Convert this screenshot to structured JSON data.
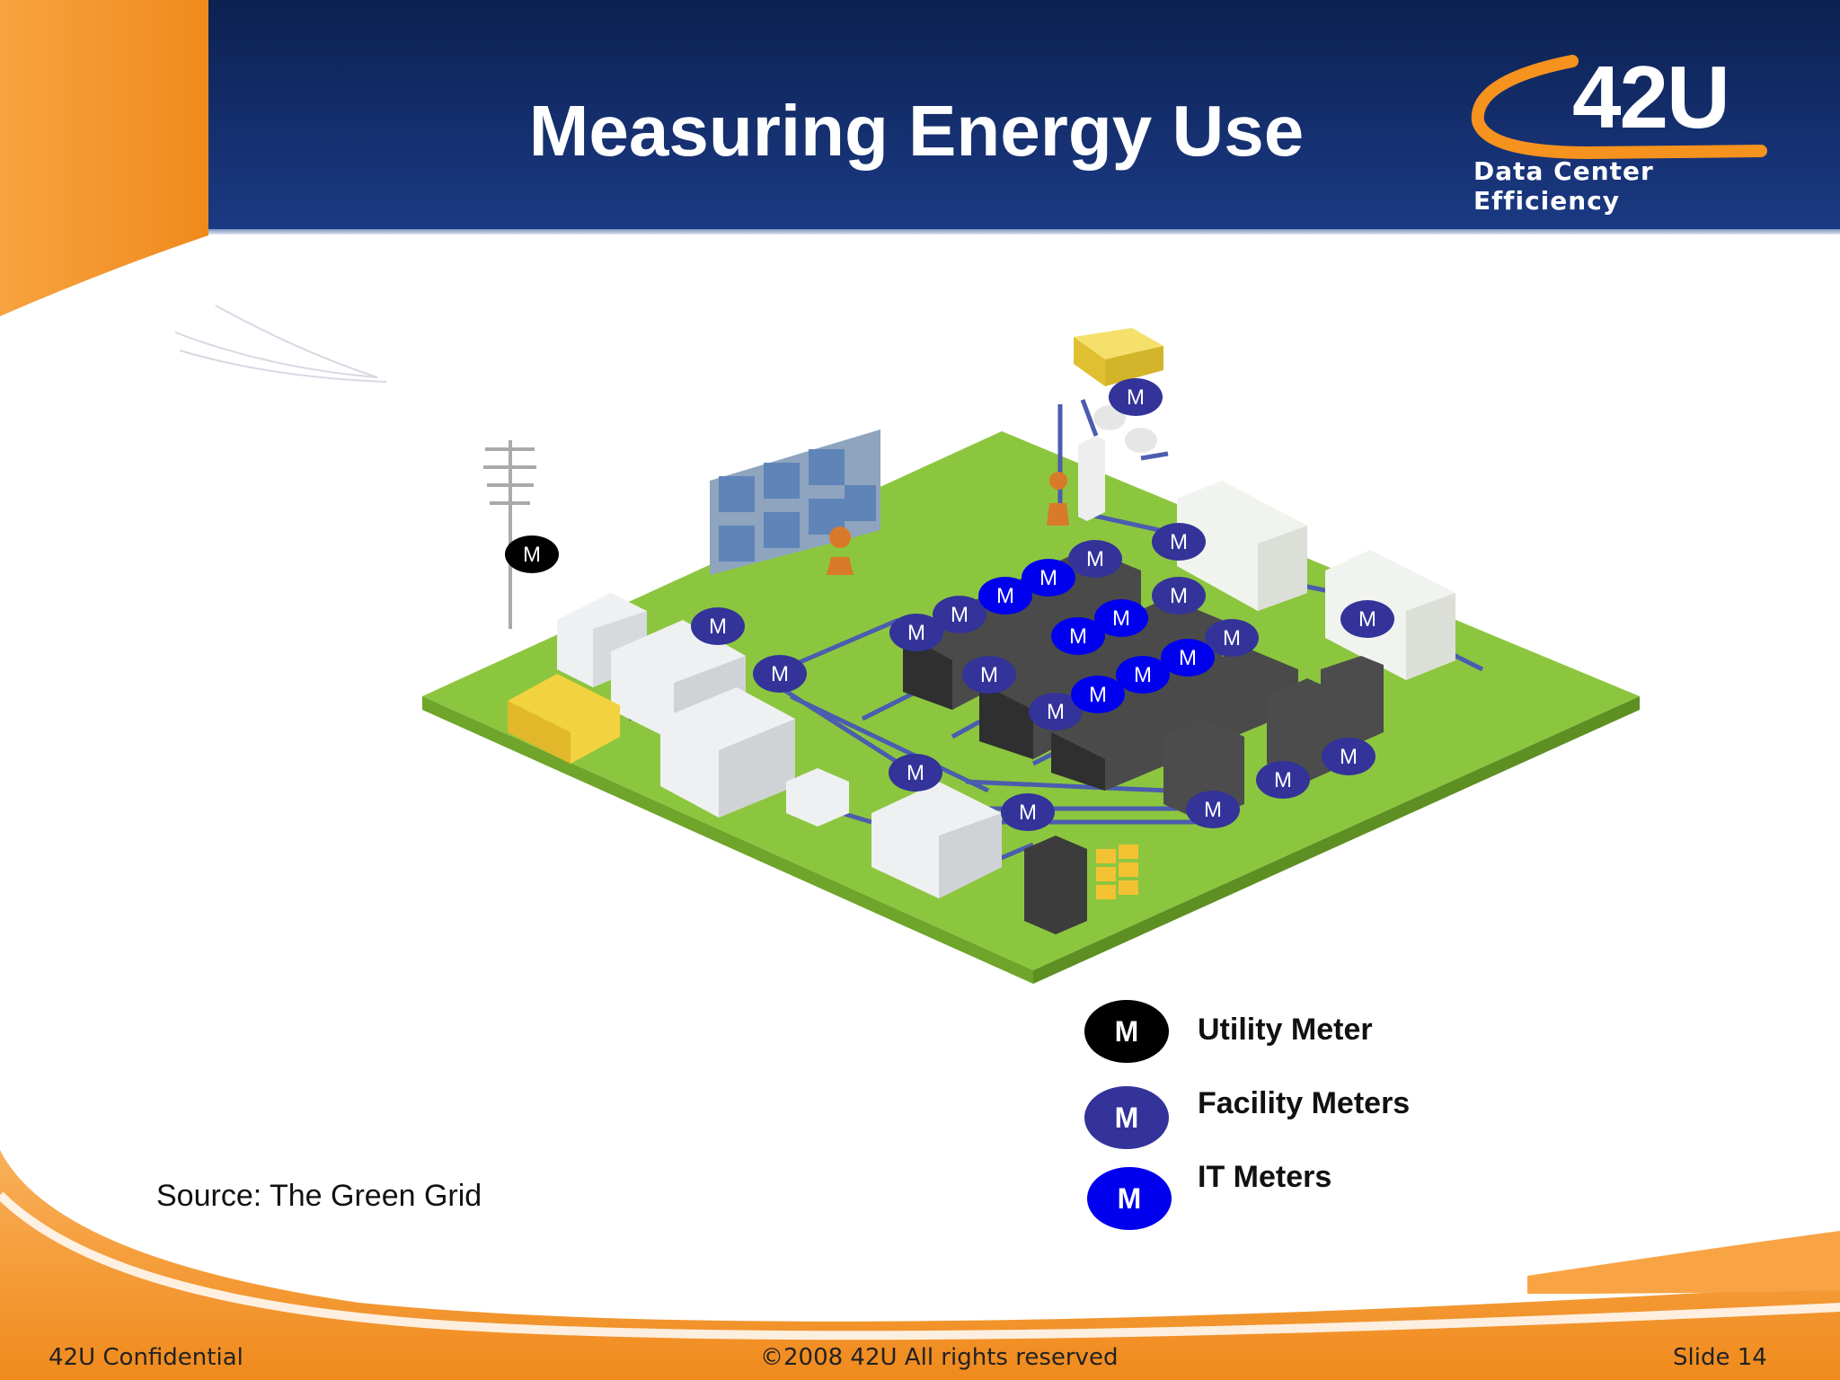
{
  "slide": {
    "title": "Measuring Energy Use",
    "logo_main": "42U",
    "logo_tagline": "Data Center Efficiency",
    "source": "Source: The Green Grid",
    "footer_left": "42U Confidential",
    "footer_center": "©2008 42U All rights reserved",
    "footer_right": "Slide 14"
  },
  "diagram": {
    "meter_letter": "M",
    "meters": [
      {
        "type": "utility"
      },
      {
        "type": "facility"
      },
      {
        "type": "facility"
      },
      {
        "type": "facility"
      },
      {
        "type": "facility"
      },
      {
        "type": "facility"
      },
      {
        "type": "facility"
      },
      {
        "type": "facility"
      },
      {
        "type": "facility"
      },
      {
        "type": "facility"
      },
      {
        "type": "facility"
      },
      {
        "type": "facility"
      },
      {
        "type": "facility"
      },
      {
        "type": "facility"
      },
      {
        "type": "facility"
      },
      {
        "type": "facility"
      },
      {
        "type": "facility"
      },
      {
        "type": "facility"
      },
      {
        "type": "it"
      },
      {
        "type": "it"
      },
      {
        "type": "it"
      },
      {
        "type": "it"
      },
      {
        "type": "it"
      },
      {
        "type": "it"
      },
      {
        "type": "it"
      },
      {
        "type": "it"
      }
    ]
  },
  "legend": [
    {
      "label": "Utility Meter",
      "symbol": "M",
      "color": "#000000"
    },
    {
      "label": "Facility Meters",
      "symbol": "M",
      "color": "#33339a"
    },
    {
      "label": "IT Meters",
      "symbol": "M",
      "color": "#0000ee"
    }
  ],
  "colors": {
    "header": "#152f6e",
    "accent_orange": "#f6921e",
    "floor_green": "#8cc63f",
    "utility_meter": "#000000",
    "facility_meter": "#33339a",
    "it_meter": "#0000ee"
  }
}
